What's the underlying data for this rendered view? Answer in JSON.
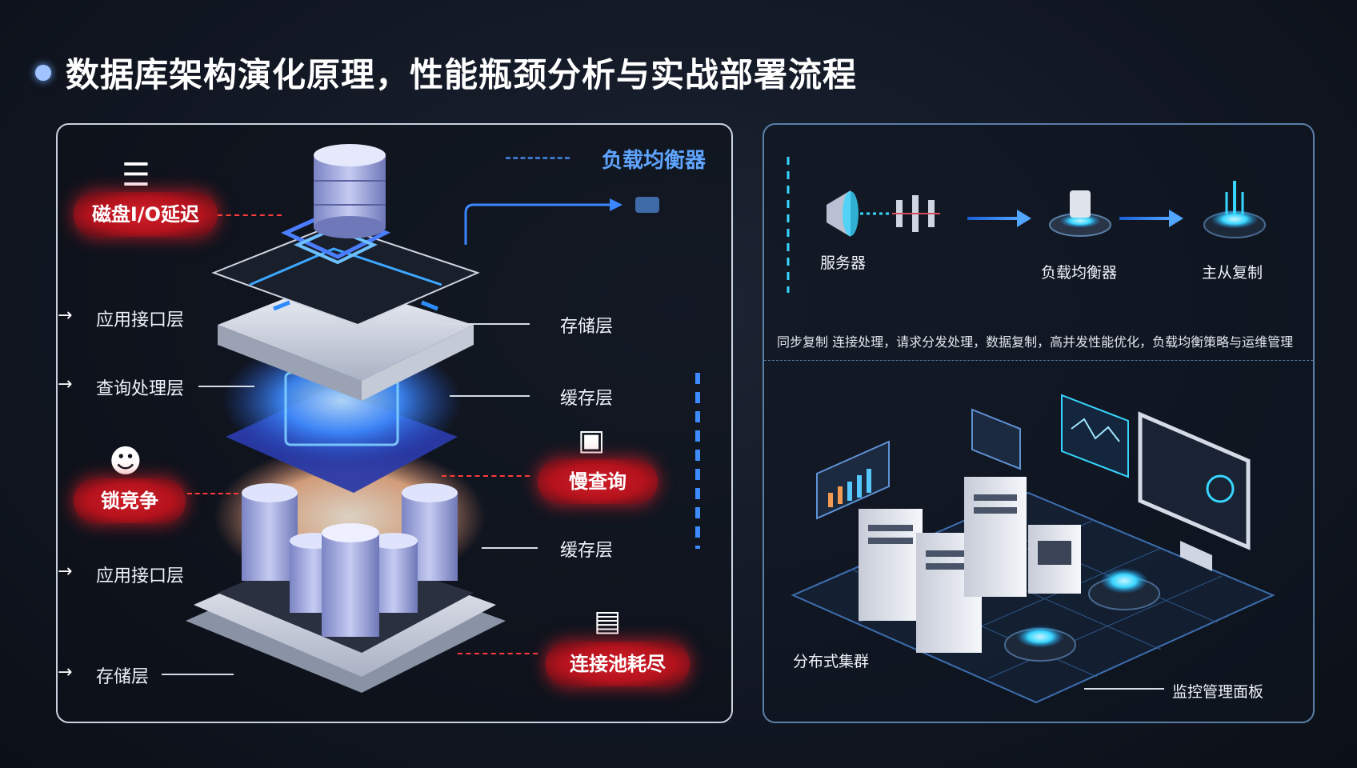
{
  "title": "数据库架构演化原理，性能瓶颈分析与实战部署流程",
  "left_panel": {
    "header_tag": "负载均衡器",
    "layers_left": [
      {
        "label": "应用接口层"
      },
      {
        "label": "查询处理层"
      },
      {
        "label": "应用接口层"
      },
      {
        "label": "存储层"
      }
    ],
    "layers_right": [
      {
        "label": "存储层"
      },
      {
        "label": "缓存层"
      },
      {
        "label": "缓存层"
      }
    ],
    "badges": [
      {
        "label": "磁盘I/O延迟",
        "icon": "database-icon"
      },
      {
        "label": "锁竞争",
        "icon": "robot-icon"
      },
      {
        "label": "慢查询",
        "icon": "server-icon"
      },
      {
        "label": "连接池耗尽",
        "icon": "printer-icon"
      }
    ]
  },
  "right_panel": {
    "flow": [
      {
        "label": "服务器"
      },
      {
        "label": "负载均衡器"
      },
      {
        "label": "主从复制"
      }
    ],
    "note": "同步复制 连接处理，请求分发处理，数据复制，高并发性能优化，负载均衡策略与运维管理",
    "cluster_label": "分布式集群",
    "monitor_label": "监控管理面板"
  },
  "colors": {
    "accent_blue": "#3d8bff",
    "alert_red": "#d11f2a",
    "cyan_glow": "#38d6ff"
  }
}
